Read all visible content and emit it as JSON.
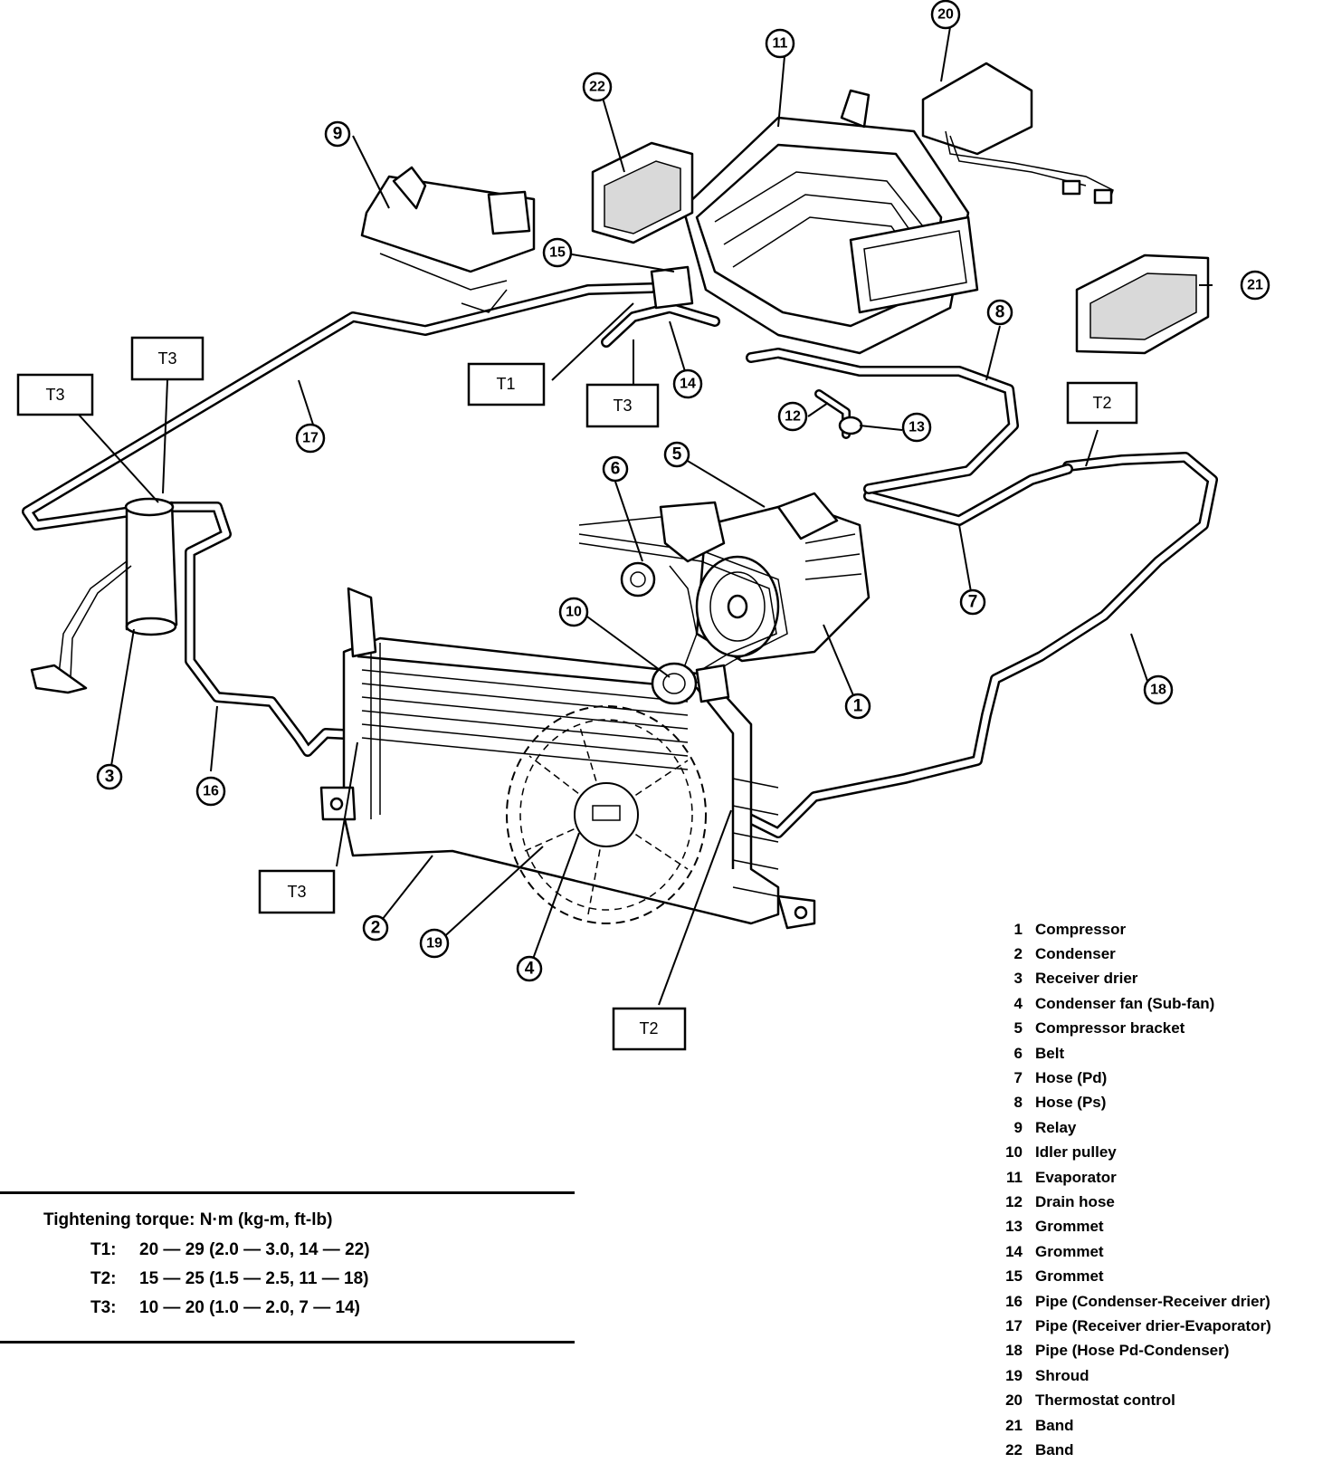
{
  "callouts": {
    "c1": "1",
    "c2": "2",
    "c3": "3",
    "c4": "4",
    "c5": "5",
    "c6": "6",
    "c7": "7",
    "c8": "8",
    "c9": "9",
    "c10": "10",
    "c11": "11",
    "c12": "12",
    "c13": "13",
    "c14": "14",
    "c15": "15",
    "c16": "16",
    "c17": "17",
    "c18": "18",
    "c19": "19",
    "c20": "20",
    "c21": "21",
    "c22": "22"
  },
  "torque_boxes": {
    "t1": "T1",
    "t2_top": "T2",
    "t2_bottom": "T2",
    "t3_left_a": "T3",
    "t3_left_b": "T3",
    "t3_top": "T3",
    "t3_bottom": "T3"
  },
  "legend": [
    {
      "num": "1",
      "label": "Compressor"
    },
    {
      "num": "2",
      "label": "Condenser"
    },
    {
      "num": "3",
      "label": "Receiver drier"
    },
    {
      "num": "4",
      "label": "Condenser fan (Sub-fan)"
    },
    {
      "num": "5",
      "label": "Compressor bracket"
    },
    {
      "num": "6",
      "label": "Belt"
    },
    {
      "num": "7",
      "label": "Hose (Pd)"
    },
    {
      "num": "8",
      "label": "Hose (Ps)"
    },
    {
      "num": "9",
      "label": "Relay"
    },
    {
      "num": "10",
      "label": "Idler pulley"
    },
    {
      "num": "11",
      "label": "Evaporator"
    },
    {
      "num": "12",
      "label": "Drain hose"
    },
    {
      "num": "13",
      "label": "Grommet"
    },
    {
      "num": "14",
      "label": "Grommet"
    },
    {
      "num": "15",
      "label": "Grommet"
    },
    {
      "num": "16",
      "label": "Pipe (Condenser-Receiver drier)"
    },
    {
      "num": "17",
      "label": "Pipe (Receiver drier-Evaporator)"
    },
    {
      "num": "18",
      "label": "Pipe (Hose Pd-Condenser)"
    },
    {
      "num": "19",
      "label": "Shroud"
    },
    {
      "num": "20",
      "label": "Thermostat control"
    },
    {
      "num": "21",
      "label": "Band"
    },
    {
      "num": "22",
      "label": "Band"
    }
  ],
  "torque_table": {
    "title": "Tightening torque:  N·m (kg-m, ft-lb)",
    "rows": [
      {
        "key": "T1:",
        "value": "20 — 29 (2.0 — 3.0, 14 — 22)"
      },
      {
        "key": "T2:",
        "value": "15 — 25 (1.5 — 2.5, 11 — 18)"
      },
      {
        "key": "T3:",
        "value": "10 — 20 (1.0 — 2.0, 7 — 14)"
      }
    ]
  }
}
